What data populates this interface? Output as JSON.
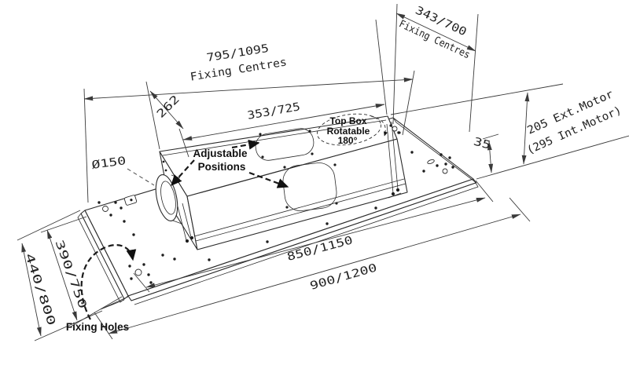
{
  "diagram": {
    "background": "#ffffff",
    "line_color": "#2b2b2b",
    "dimensions": {
      "top_fixing": {
        "value": "795/1095",
        "label": "Fixing Centres"
      },
      "right_fixing": {
        "value": "343/700",
        "label": "Fixing Centres"
      },
      "top_box_length": "353/725",
      "offset_262": "262",
      "duct_diameter": "Ø150",
      "gap_35": "35",
      "motor_height_line1": "205 Ext.Motor",
      "motor_height_line2": "(295 Int.Motor)",
      "body_length": "850/1150",
      "overall_length": "900/1200",
      "body_width": "390/750",
      "overall_width": "440/800"
    },
    "annotations": {
      "adjustable_line1": "Adjustable",
      "adjustable_line2": "Positions",
      "top_box_line1": "Top Box",
      "top_box_line2": "Rotatable",
      "top_box_line3": "180°",
      "fixing_holes": "Fixing Holes"
    }
  }
}
